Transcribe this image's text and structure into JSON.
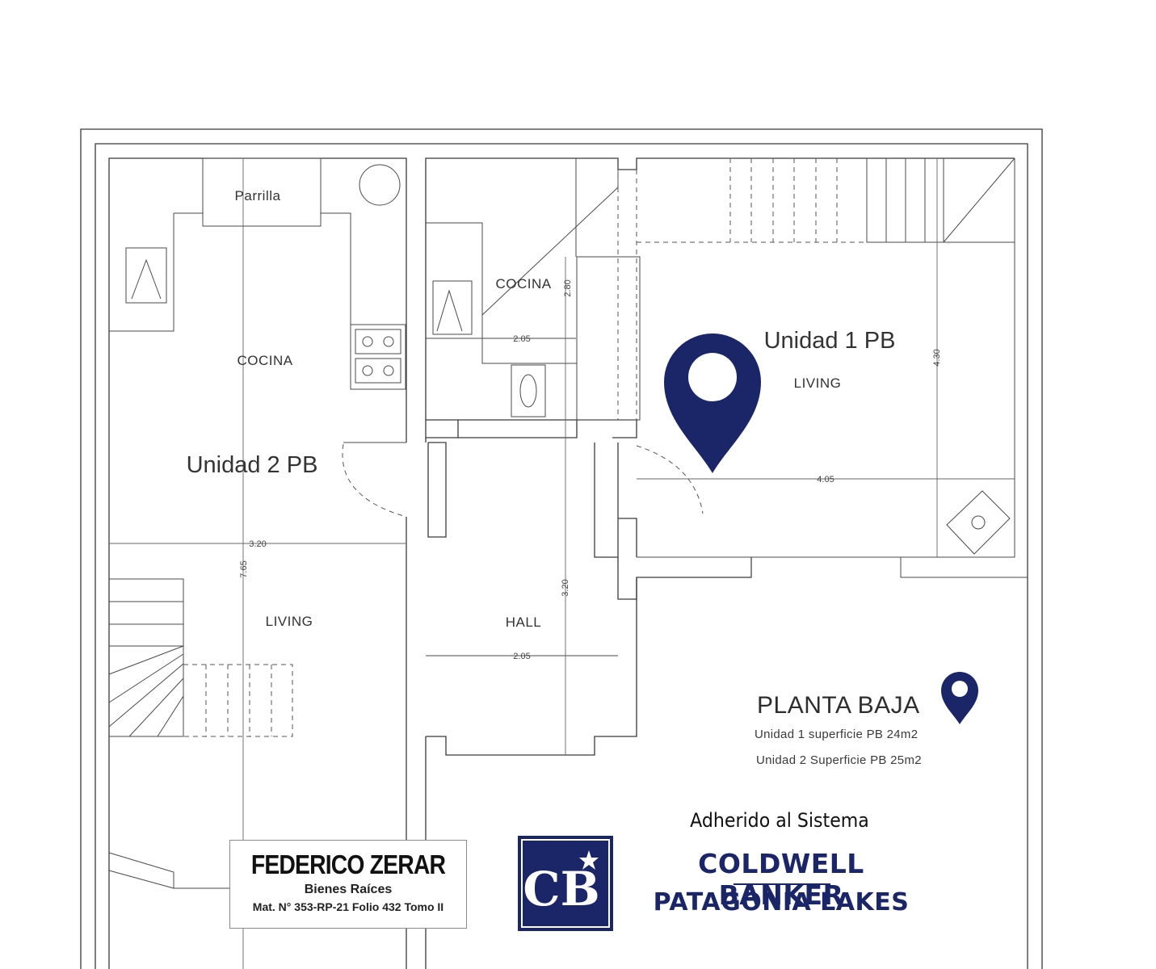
{
  "rooms": {
    "parrilla": "Parrilla",
    "cocina_u2": "COCINA",
    "living_u2": "LIVING",
    "cocina_u1": "COCINA",
    "living_u1": "LIVING",
    "hall": "HALL"
  },
  "units": {
    "unit1": "Unidad 1 PB",
    "unit2": "Unidad 2 PB"
  },
  "dimensions": {
    "cocina_u1_height": "2.80",
    "cocina_u1_width": "2.05",
    "living_u1_height": "4.30",
    "living_u1_width": "4.05",
    "u2_width": "3.20",
    "u2_height": "7.65",
    "hall_height": "3.20",
    "hall_width": "2.05"
  },
  "legend": {
    "title": "PLANTA BAJA",
    "line1": "Unidad 1 superficie PB 24m2",
    "line2": "Unidad 2 Superficie PB 25m2"
  },
  "agent": {
    "name": "FEDERICO ZERAR",
    "business": "Bienes Raíces",
    "registration": "Mat. N° 353-RP-21 Folio 432 Tomo II"
  },
  "brand": {
    "adhered": "Adherido al Sistema",
    "name": "COLDWELL BANKER",
    "location": "PATAGONIA LAKES",
    "logo_letters": "CB",
    "color": "#1b2669"
  },
  "icons": [
    "location-pin-icon",
    "location-pin-small-icon",
    "coldwell-banker-logo"
  ]
}
